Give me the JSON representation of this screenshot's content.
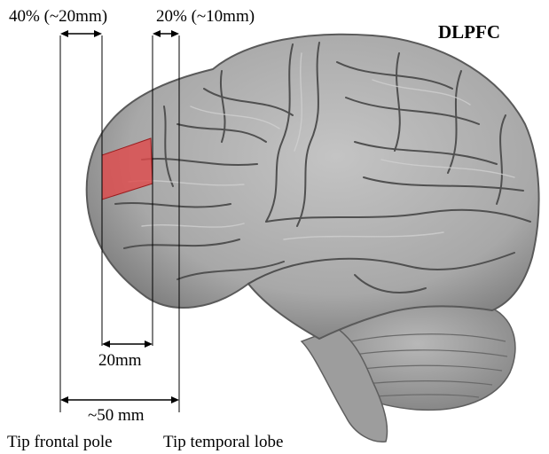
{
  "figure": {
    "title": "DLPFC",
    "top_left_measure": "40% (~20mm)",
    "top_right_measure": "20% (~10mm)",
    "inner_span": "20mm",
    "outer_span": "~50 mm",
    "left_landmark": "Tip frontal pole",
    "right_landmark": "Tip temporal lobe"
  },
  "colors": {
    "brain": "#a9a9a9",
    "brain_shadow": "#5f5f5f",
    "sulcus": "#4a4a4a",
    "target_region": "#e0484a",
    "lines": "#000000"
  }
}
